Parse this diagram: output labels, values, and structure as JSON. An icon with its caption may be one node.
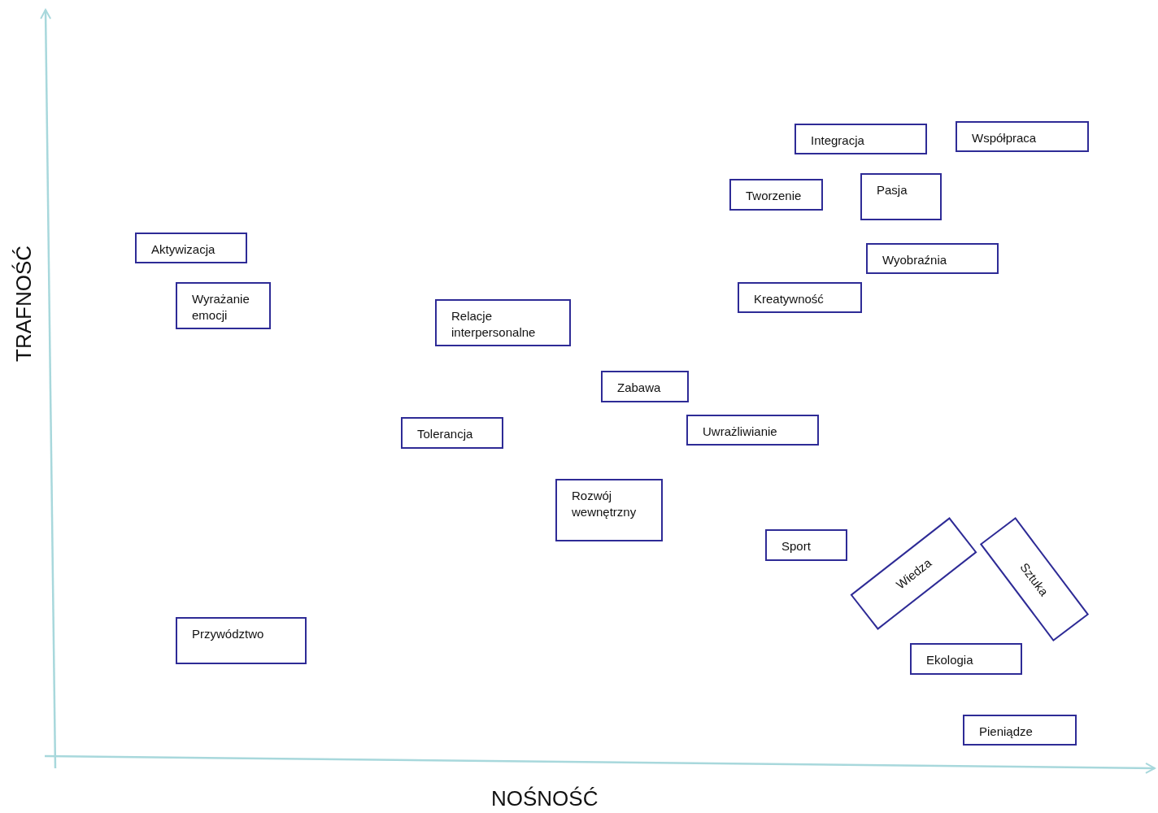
{
  "diagram": {
    "nodes": [
      {
        "text": [
          "Integracja"
        ]
      },
      {
        "text": [
          "Współpraca"
        ]
      },
      {
        "text": [
          "Tworzenie"
        ]
      },
      {
        "text": [
          "Pasja"
        ]
      },
      {
        "text": [
          "Aktywizacja"
        ]
      },
      {
        "text": [
          "Wyobraźnia"
        ]
      },
      {
        "text": [
          "Kreatywność"
        ]
      },
      {
        "text": [
          "Wyrażanie emocji"
        ]
      },
      {
        "text": [
          "Relacje interpersonalne"
        ]
      },
      {
        "text": [
          "Zabawa"
        ]
      },
      {
        "text": [
          "Tolerancja"
        ]
      },
      {
        "text": [
          "Uwrażliwianie"
        ]
      },
      {
        "text": [
          "Rozwój wewnętrzny"
        ]
      },
      {
        "text": [
          "Sport"
        ]
      },
      {
        "text": [
          "Wiedza"
        ]
      },
      {
        "text": [
          "Sztuka"
        ]
      },
      {
        "text": [
          "Ekologia"
        ]
      },
      {
        "text": [
          "Przywództwo"
        ]
      },
      {
        "text": [
          "Pieniądze"
        ]
      }
    ],
    "edges": [],
    "labels": [
      "TRAFNOŚĆ",
      "NOŚNOŚĆ"
    ]
  }
}
